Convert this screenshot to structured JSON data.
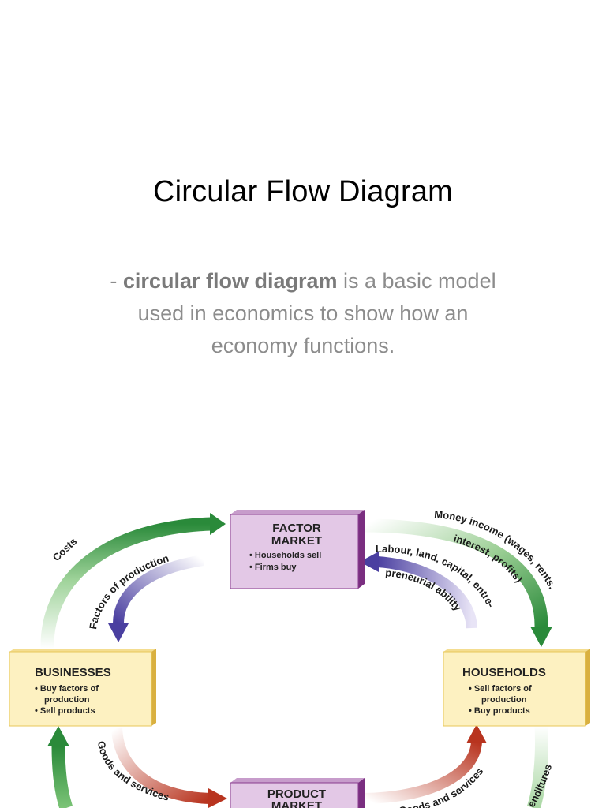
{
  "slide": {
    "title": "Circular Flow Diagram",
    "subtitle_prefix": "- ",
    "subtitle_bold": "circular flow diagram",
    "subtitle_rest": " is a basic model used in economics to show how an economy functions."
  },
  "diagram": {
    "factor_market": {
      "title_line1": "FACTOR",
      "title_line2": "MARKET",
      "item1": "• Households sell",
      "item2": "• Firms buy"
    },
    "businesses": {
      "title": "BUSINESSES",
      "item1": "• Buy factors of",
      "item1b": "production",
      "item2": "• Sell products"
    },
    "households": {
      "title": "HOUSEHOLDS",
      "item1": "• Sell factors of",
      "item1b": "production",
      "item2": "• Buy products"
    },
    "product_market": {
      "title_line1": "PRODUCT",
      "title_line2": "MARKET"
    },
    "labels": {
      "costs": "Costs",
      "factors_of_production": "Factors of production",
      "money_income": "Money income (wages, rents,",
      "interest_profits": "interest, profits)",
      "labour": "Labour, land, capital, entre-",
      "preneurial": "preneurial ability",
      "goods_left": "Goods and services",
      "goods_right": "Goods and services",
      "expenditures": "enditures"
    },
    "colors": {
      "box_purple": "#e3c8e6",
      "box_purple_dark": "#8a3d8f",
      "box_yellow": "#fdf1c1",
      "box_yellow_dark": "#e8c75a",
      "arrow_green": "#2a8a3a",
      "arrow_blue": "#4a3fa0",
      "arrow_red": "#b8341f"
    }
  }
}
